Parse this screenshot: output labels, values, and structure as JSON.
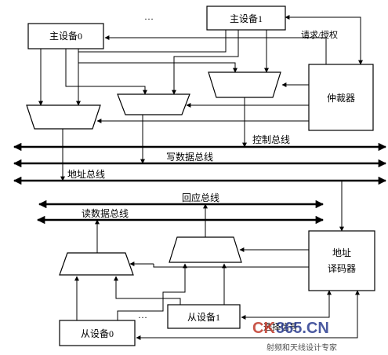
{
  "blocks": {
    "master0": "主设备0",
    "master1": "主设备1",
    "arbiter": "仲裁器",
    "decoder_line1": "地址",
    "decoder_line2": "译码器",
    "slave0": "从设备0",
    "slave1": "从设备1"
  },
  "labels": {
    "ellipsis_top": "…",
    "ellipsis_bottom": "…",
    "request_grant": "请求/授权",
    "control_bus": "控制总线",
    "write_data_bus": "写数据总线",
    "address_bus": "地址总线",
    "response_bus": "回应总线",
    "read_data_bus": "读数据总线",
    "select_signal": "选择信号"
  },
  "watermark": {
    "brand_red": "CK",
    "brand_blue": "365.CN",
    "subtitle": "射频和天线设计专家"
  }
}
